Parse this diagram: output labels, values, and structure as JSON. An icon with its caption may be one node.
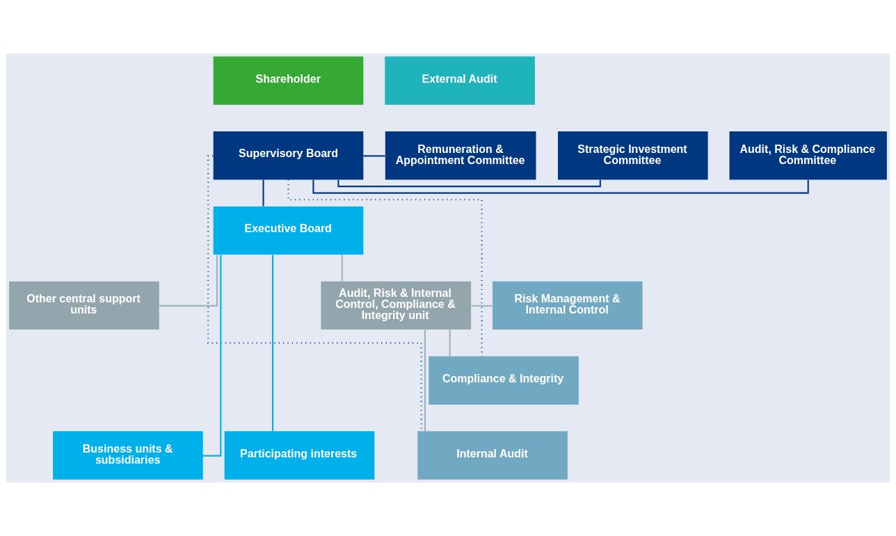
{
  "diagram": {
    "nodes": [
      {
        "text": [
          "Shareholder"
        ]
      },
      {
        "text": [
          "External Audit"
        ]
      },
      {
        "text": [
          "Supervisory Board"
        ]
      },
      {
        "text": [
          "Strategic Investment Committee"
        ]
      },
      {
        "text": [
          "Remuneration & Appointment Committee"
        ]
      },
      {
        "text": [
          "Audit, Risk & Compliance Committee"
        ]
      },
      {
        "text": [
          "Executive Board"
        ]
      },
      {
        "text": [
          "Risk Management & Internal Control"
        ]
      },
      {
        "text": [
          "Audit, Risk & Internal Control, Compliance & Integrity unit"
        ]
      },
      {
        "text": [
          "Other central support units"
        ]
      },
      {
        "text": [
          "Compliance & Integrity"
        ]
      },
      {
        "text": [
          "Internal Audit"
        ]
      },
      {
        "text": [
          "Business units & subsidiaries"
        ]
      },
      {
        "text": [
          "Participating interests"
        ]
      }
    ],
    "edges": [
      {
        "from": 2,
        "to": 3,
        "arrow": "none",
        "color": "#003781"
      },
      {
        "from": 2,
        "to": 4,
        "arrow": "none",
        "color": "#003781"
      },
      {
        "from": 2,
        "to": 5,
        "arrow": "none",
        "color": "#003781"
      },
      {
        "from": 2,
        "to": 6,
        "arrow": "none",
        "color": "#003781"
      },
      {
        "from": 6,
        "to": 8,
        "arrow": "none",
        "color": "#9fb3bb"
      },
      {
        "from": 6,
        "to": 9,
        "arrow": "none",
        "color": "#9fb3bb"
      },
      {
        "from": 6,
        "to": 12,
        "arrow": "none",
        "color": "#00b0eb"
      },
      {
        "from": 6,
        "to": 13,
        "arrow": "none",
        "color": "#00b0eb"
      },
      {
        "from": 8,
        "to": 7,
        "arrow": "none",
        "color": "#9fb3bb"
      },
      {
        "from": 8,
        "to": 10,
        "arrow": "none",
        "color": "#9fb3bb"
      },
      {
        "from": 8,
        "to": 11,
        "arrow": "none",
        "color": "#9fb3bb"
      },
      {
        "from": 2,
        "to": 10,
        "arrow": "none",
        "style": "dashed",
        "color": "#003781"
      },
      {
        "from": 2,
        "to": 11,
        "arrow": "none",
        "style": "dashed",
        "color": "#003781"
      }
    ]
  }
}
